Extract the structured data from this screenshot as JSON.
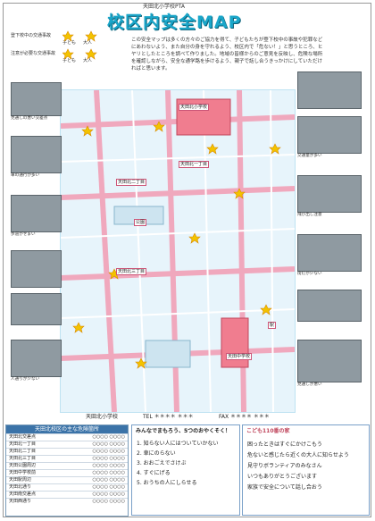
{
  "header": {
    "org": "天田北小学校PTA",
    "title": "校区内安全MAP"
  },
  "legend": {
    "row1_label": "登下校中の交通事故",
    "row1_items": [
      "子ども",
      "大人"
    ],
    "row2_label": "注意が必要な交通事故",
    "row2_items": [
      "子ども",
      "大人"
    ]
  },
  "intro": {
    "text": "この安全マップは多くの方々のご協力を得て、子どもたちが登下校中の事故や犯罪などにあわないよう、また自分の身を守れるよう、校区内で「危ない！」と思うところ、ヒヤリとしたところを調べて作りました。地域の皆様からのご意見を反映し、危険な場所を確認しながら、安全な通学路を歩けるよう、親子で話し合うきっかけにしていただければと思います。"
  },
  "map_labels": {
    "school": "天田北小学校",
    "area1": "天田北一丁目",
    "area2": "天田北二丁目",
    "area3": "天田北三丁目",
    "park": "公園",
    "station": "駅",
    "school2": "天田中学校"
  },
  "captions": [
    "見通しの悪い交差点",
    "車の通行が多い",
    "歩道がせまい",
    "人通りが少ない",
    "交通量が多い",
    "飛び出し注意",
    "街灯が少ない",
    "見通しが悪い"
  ],
  "footer_line": {
    "left": "天田北小学校",
    "tel": "TEL ＊＊＊＊ ＊＊＊",
    "fax": "FAX ＊＊＊＊ ＊＊＊"
  },
  "bottom_left": {
    "title": "天田北校区の主な危険箇所",
    "rows": [
      [
        "天田北交差点",
        "○○○○ ○○○○"
      ],
      [
        "天田北一丁目",
        "○○○○ ○○○○"
      ],
      [
        "天田北二丁目",
        "○○○○ ○○○○"
      ],
      [
        "天田北三丁目",
        "○○○○ ○○○○"
      ],
      [
        "天田公園周辺",
        "○○○○ ○○○○"
      ],
      [
        "天田中学校前",
        "○○○○ ○○○○"
      ],
      [
        "天田駅周辺",
        "○○○○ ○○○○"
      ],
      [
        "天田北通り",
        "○○○○ ○○○○"
      ],
      [
        "天田南交差点",
        "○○○○ ○○○○"
      ],
      [
        "天田西通り",
        "○○○○ ○○○○"
      ]
    ]
  },
  "bottom_mid": {
    "title": "みんなでまもろう、5つのおやくそく！",
    "items": [
      "1. 知らない人にはついていかない",
      "2. 車にのらない",
      "3. おおごえでさけぶ",
      "4. すぐにげる",
      "5. おうちの人にしらせる"
    ]
  },
  "bottom_right": {
    "title": "こども110番の家",
    "lines": [
      "困ったときはすぐにかけこもう",
      "危ないと感じたら近くの大人に知らせよう",
      "見守りボランティアのみなさん",
      "いつもありがとうございます",
      "家族で安全について話し合おう"
    ]
  },
  "colors": {
    "title": "#1aa6c9",
    "map_bg": "#e7f4fb",
    "block_pink": "#f2b7c9",
    "panel_head": "#3b73a8"
  }
}
